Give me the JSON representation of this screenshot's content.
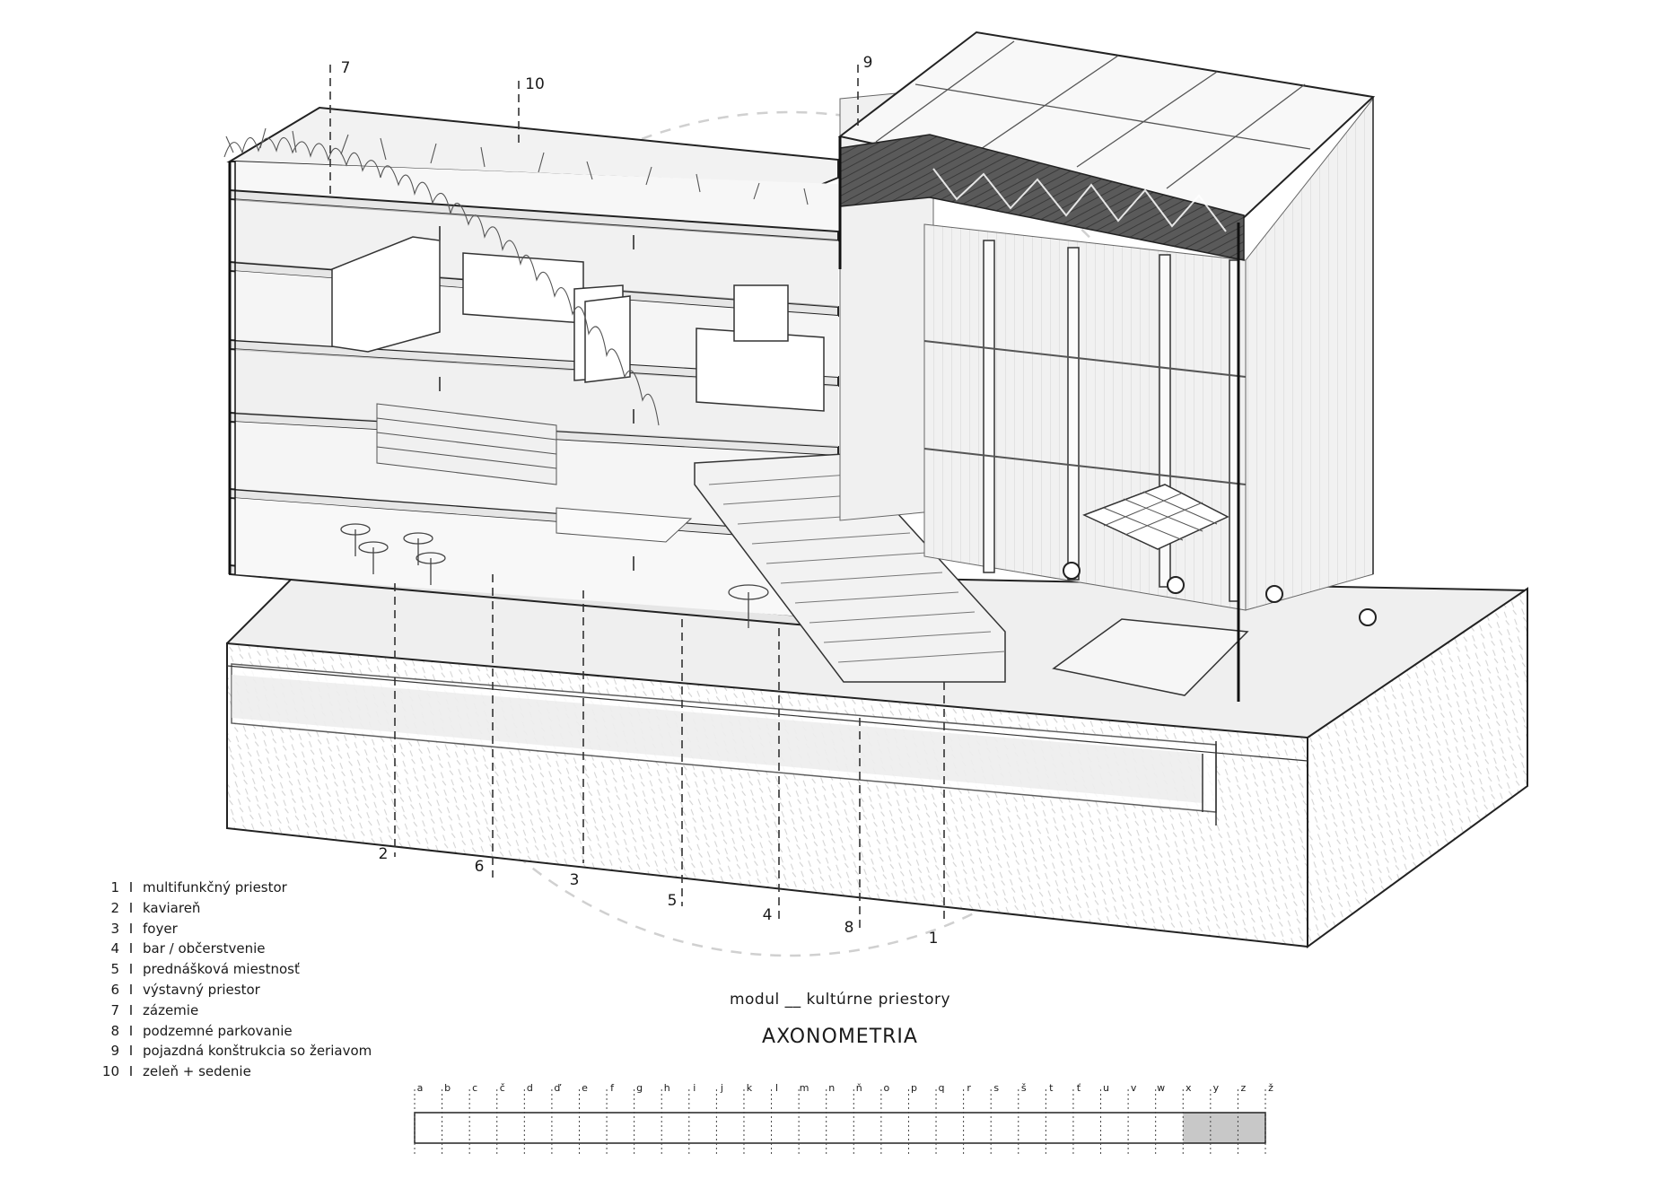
{
  "callouts": [
    {
      "num": "1",
      "line_color": "#333333"
    },
    {
      "num": "2",
      "line_color": "#333333"
    },
    {
      "num": "3",
      "line_color": "#333333"
    },
    {
      "num": "4",
      "line_color": "#333333"
    },
    {
      "num": "5",
      "line_color": "#333333"
    },
    {
      "num": "6",
      "line_color": "#333333"
    },
    {
      "num": "7",
      "line_color": "#333333"
    },
    {
      "num": "8",
      "line_color": "#333333"
    },
    {
      "num": "9",
      "line_color": "#333333"
    },
    {
      "num": "10",
      "line_color": "#333333"
    }
  ],
  "legend": [
    {
      "num": "1",
      "sep": "I",
      "text": "multifunkčný priestor"
    },
    {
      "num": "2",
      "sep": "I",
      "text": "kaviareň"
    },
    {
      "num": "3",
      "sep": "I",
      "text": "foyer"
    },
    {
      "num": "4",
      "sep": "I",
      "text": "bar / občerstvenie"
    },
    {
      "num": "5",
      "sep": "I",
      "text": "prednášková miestnosť"
    },
    {
      "num": "6",
      "sep": "I",
      "text": "výstavný priestor"
    },
    {
      "num": "7",
      "sep": "I",
      "text": "zázemie"
    },
    {
      "num": "8",
      "sep": "I",
      "text": "podzemné parkovanie"
    },
    {
      "num": "9",
      "sep": "I",
      "text": "pojazdná konštrukcia so žeriavom"
    },
    {
      "num": "10",
      "sep": "I",
      "text": "zeleň + sedenie"
    }
  ],
  "subtitle": "modul __ kultúrne priestory",
  "title": "AXONOMETRIA",
  "scale_bar": {
    "labels": [
      "a",
      "b",
      "c",
      "č",
      "d",
      "ď",
      "e",
      "f",
      "g",
      "h",
      "i",
      "j",
      "k",
      "l",
      "m",
      "n",
      "ň",
      "o",
      "p",
      "q",
      "r",
      "s",
      "š",
      "t",
      "ť",
      "u",
      "v",
      "w",
      "x",
      "y",
      "z",
      "ž"
    ],
    "highlight_color": "#c8c8c8"
  },
  "colors": {
    "line": "#2b2b2b",
    "floor": "#e9e9e9",
    "wall": "#f4f4f4",
    "shade": "#d6d6d6",
    "dark_roof": "#555555",
    "dashed_circle": "#cfcfcf"
  }
}
